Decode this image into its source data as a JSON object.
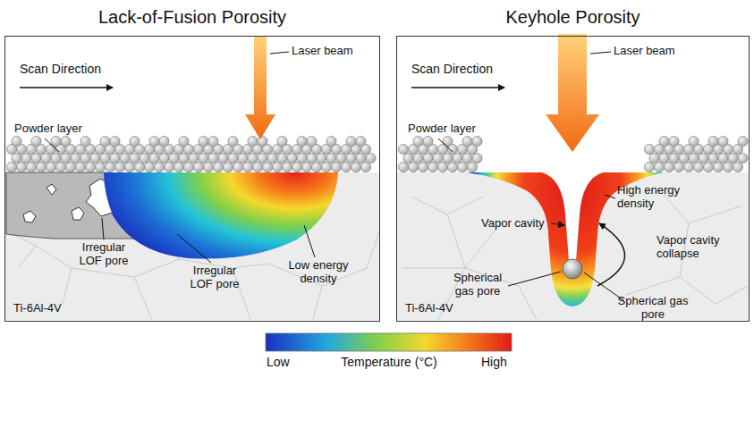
{
  "diagram": {
    "nodes": [
      {
        "text": [
          "Lack-of-Fusion Porosity",
          "Ti-6Al-4V"
        ]
      },
      {
        "text": [
          "Keyhole Porosity",
          "Ti-6Al-4V"
        ]
      }
    ],
    "labels": [
      "Scan Direction",
      "Laser beam",
      "Powder layer",
      "Irregular LOF pore",
      "Irregular LOF pore",
      "Low energy density",
      "Scan Direction",
      "Laser beam",
      "Powder layer",
      "High energy density",
      "Vapor cavity",
      "Vapor cavity collapse",
      "Spherical gas pore",
      "Spherical gas pore",
      "Low",
      "Temperature (°C)",
      "High"
    ]
  }
}
